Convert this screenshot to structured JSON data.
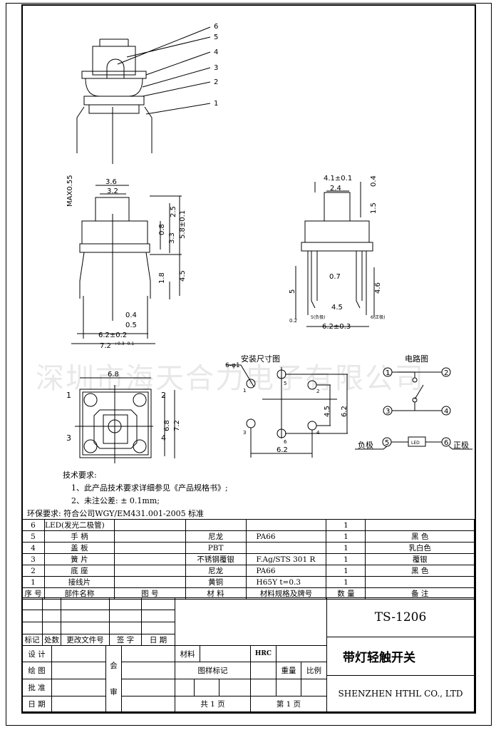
{
  "watermark": "深圳市海天合力电子有限公司",
  "parts_callouts": [
    "6",
    "5",
    "4",
    "3",
    "2",
    "1"
  ],
  "front_view": {
    "d_3_6": "3.6",
    "d_3_2": "3.2",
    "d_max": "MAX0.55",
    "d_2_5": "2.5",
    "d_5_8": "5.8±0.1",
    "d_0_8": "0.8",
    "d_3_3": "3.3",
    "d_1_8": "1.8",
    "d_4_5": "4.5",
    "d_0_4": "0.4",
    "d_0_5": "0.5",
    "d_6_2": "6.2±0.2",
    "d_7_2": "7.2",
    "d_7_2_tol": "+0.3 -0.1"
  },
  "side_view": {
    "d_4_1": "4.1±0.1",
    "d_2_4": "2.4",
    "d_0_4": "0.4",
    "d_1_5": "1.5",
    "d_0_7": "0.7",
    "d_5": "5",
    "d_4_6": "4.6",
    "d_4_5": "4.5",
    "d_0_2": "0.2",
    "neg": "5(负极)",
    "pos": "6(正极)",
    "d_6_2": "6.2±0.3"
  },
  "bottom_view": {
    "d_6_8_h": "6.8",
    "d_6_8_v": "6.8",
    "d_7_2": "7.2",
    "pins": [
      "1",
      "2",
      "3",
      "4"
    ]
  },
  "mounting": {
    "title": "安装尺寸图",
    "holes": "6-φ1",
    "d_4_5": "4.5",
    "d_6_2_v": "6.2",
    "d_6_2_h": "6.2",
    "hole_labels": [
      "1",
      "2",
      "3",
      "4",
      "5",
      "6"
    ]
  },
  "circuit": {
    "title": "电路图",
    "nodes": [
      "1",
      "2",
      "3",
      "4",
      "5",
      "6"
    ],
    "led": "LED",
    "neg": "负极",
    "pos": "正极"
  },
  "requirements": {
    "title": "技术要求:",
    "items": [
      "1、此产品技术要求详细参见《产品规格书》;",
      "2、未注公差: ± 0.1mm;"
    ],
    "env": "环保要求: 符合公司WGY/EM431.001-2005 标准"
  },
  "bom": {
    "rows": [
      [
        "6",
        "LED(发光二极管)",
        "",
        "",
        "",
        "1",
        ""
      ],
      [
        "5",
        "手  柄",
        "",
        "尼龙",
        "PA66",
        "1",
        "黑 色"
      ],
      [
        "4",
        "盖  板",
        "",
        "PBT",
        "",
        "1",
        "乳白色"
      ],
      [
        "3",
        "簧  片",
        "",
        "不锈钢覆银",
        "F.Ag/STS 301 R",
        "1",
        "覆银"
      ],
      [
        "2",
        "底  座",
        "",
        "尼龙",
        "PA66",
        "1",
        "黑 色"
      ],
      [
        "1",
        "接线片",
        "",
        "黄铜",
        "H65Y t=0.3",
        "1",
        ""
      ]
    ],
    "header": [
      "序 号",
      "部件名称",
      "图    号",
      "材    料",
      "材料规格及牌号",
      "数  量",
      "备        注"
    ]
  },
  "title_block": {
    "rev_header": [
      "标记",
      "处数",
      "更改文件号",
      "签 字",
      "日 期"
    ],
    "design": "设 计",
    "draw": "绘 图",
    "approve": "批 准",
    "date": "日 期",
    "review": "会",
    "review2": "审",
    "material": "材料",
    "hrc": "HRC",
    "mark": "图样标记",
    "weight": "重量",
    "scale": "比例",
    "total_pages": "共  1  页",
    "page": "第  1  页",
    "part_no": "TS-1206",
    "part_name": "带灯轻触开关",
    "company": "SHENZHEN HTHL CO., LTD"
  }
}
